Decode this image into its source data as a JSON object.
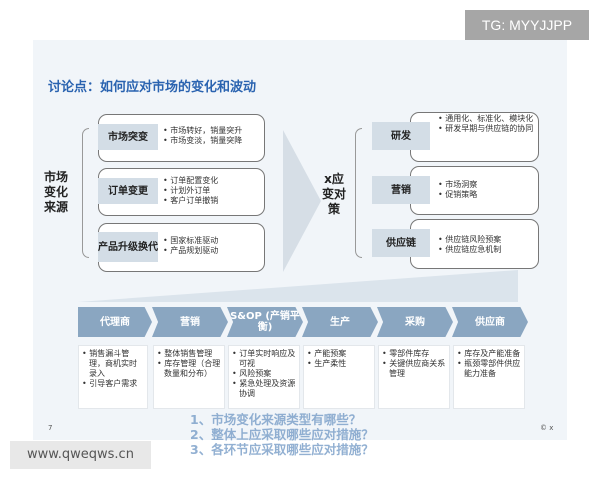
{
  "watermark_tg": "TG: MYYJJPP",
  "title": "讨论点：如何应对市场的变化和波动",
  "left": {
    "label": [
      "市场",
      "变化",
      "来源"
    ],
    "items": [
      {
        "tab": "市场突变",
        "bullets": [
          "市场转好，销量突升",
          "市场变淡，销量突降"
        ]
      },
      {
        "tab": "订单变更",
        "bullets": [
          "订单配置变化",
          "计划外订单",
          "客户订单撤销"
        ]
      },
      {
        "tab": "产品升级换代",
        "bullets": [
          "国家标准驱动",
          "产品规划驱动"
        ]
      }
    ]
  },
  "right": {
    "label": [
      "x应",
      "变对",
      "策"
    ],
    "items": [
      {
        "tab": "研发",
        "bullets": [
          "通用化、标准化、模块化",
          "研发早期与供应链的协同"
        ]
      },
      {
        "tab": "营销",
        "bullets": [
          "市场洞察",
          "促销策略"
        ]
      },
      {
        "tab": "供应链",
        "bullets": [
          "供应链风险预案",
          "供应链应急机制"
        ]
      }
    ]
  },
  "chain": [
    {
      "label": "代理商",
      "details": [
        "销售漏斗管理，商机实时录入",
        "引导客户需求"
      ]
    },
    {
      "label": "营销",
      "details": [
        "整体销售管理",
        "库存管理（合理数量和分布）"
      ]
    },
    {
      "label": "S&OP (产销平衡)",
      "details": [
        "订单实时响应及可视",
        "风险预案",
        "紧急处理及资源协调"
      ]
    },
    {
      "label": "生产",
      "details": [
        "产能预案",
        "生产柔性"
      ]
    },
    {
      "label": "采购",
      "details": [
        "零部件库存",
        "关键供应商关系管理"
      ]
    },
    {
      "label": "供应商",
      "details": [
        "库存及产能准备",
        "瓶颈零部件供应能力准备"
      ]
    }
  ],
  "overlay": [
    "1、市场变化来源类型有哪些？",
    "2、整体上应采取哪些应对措施？",
    "3、各环节应采取哪些应对措施？"
  ],
  "page_number": "7",
  "copyright": "© x",
  "footer_watermark": "www.qweqws.cn"
}
